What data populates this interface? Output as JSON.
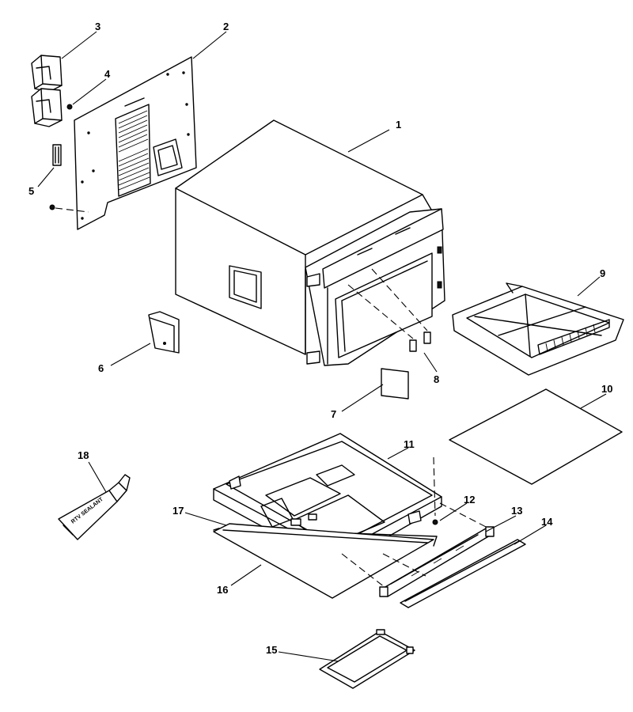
{
  "diagram": {
    "callouts": [
      "1",
      "2",
      "3",
      "4",
      "5",
      "6",
      "7",
      "8",
      "9",
      "10",
      "11",
      "12",
      "13",
      "14",
      "15",
      "16",
      "17",
      "18"
    ],
    "tube_label": "RTV SEALANT"
  }
}
